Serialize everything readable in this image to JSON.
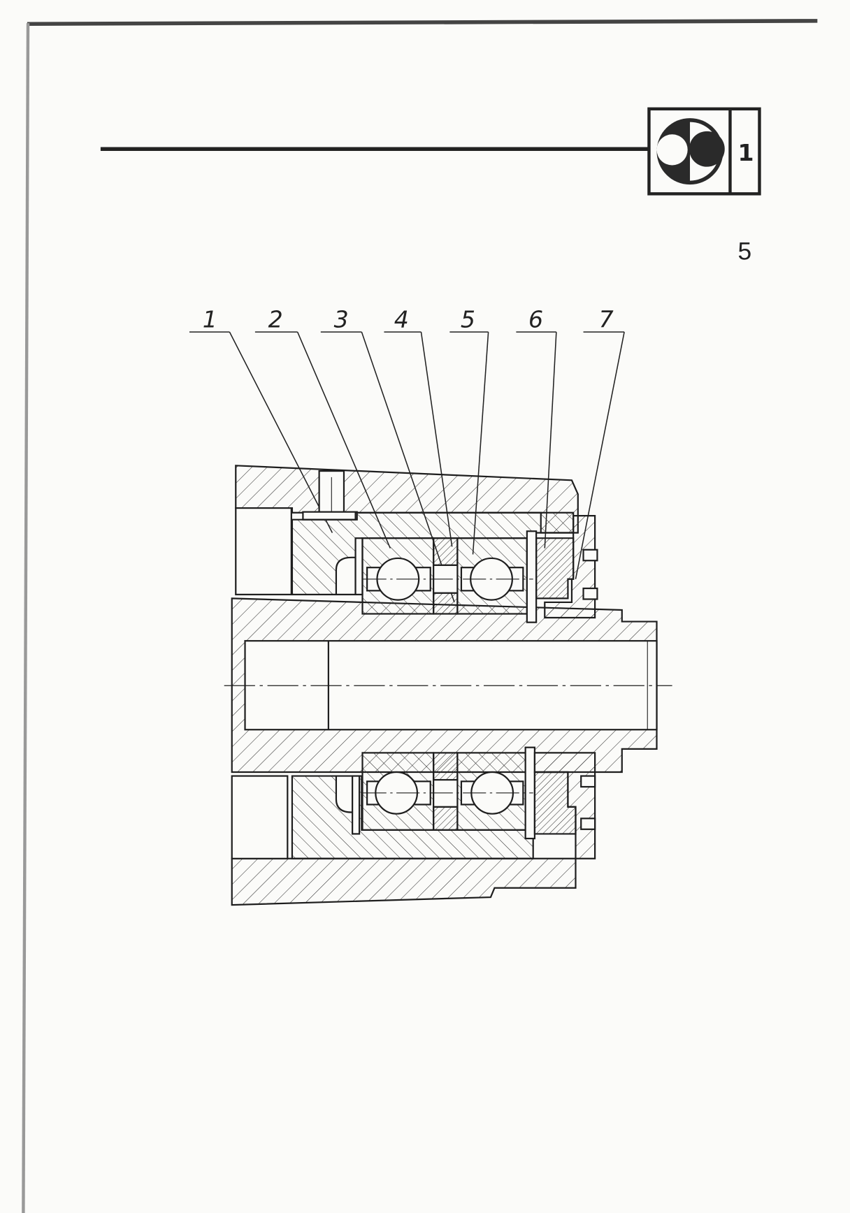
{
  "header": {
    "logo_badge_number": "1",
    "page_number": "5"
  },
  "drawing": {
    "title": "Bearing spindle assembly cross-section",
    "callouts": [
      "1",
      "2",
      "3",
      "4",
      "5",
      "6",
      "7"
    ]
  },
  "colors": {
    "ink": "#1e1e1e",
    "paper": "#fbfbf9"
  }
}
